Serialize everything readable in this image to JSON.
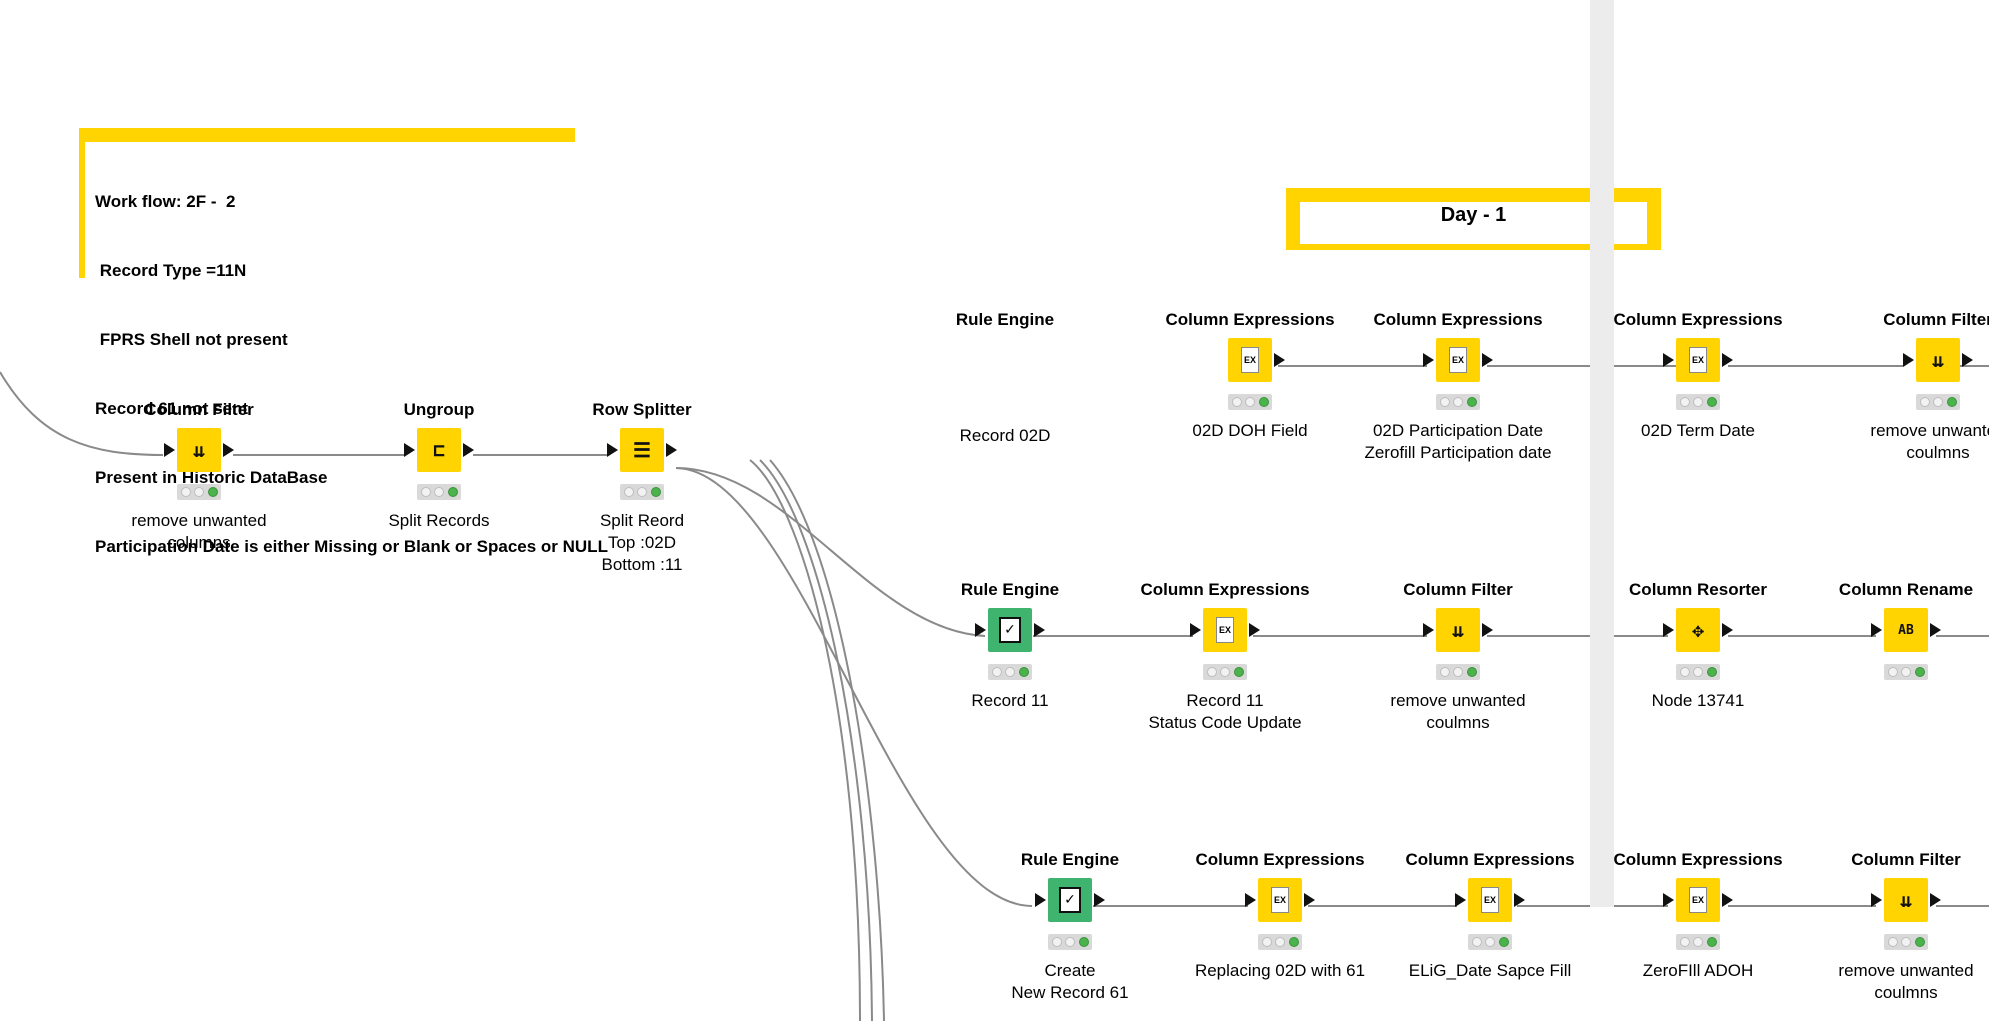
{
  "annotation": {
    "lines": [
      "Work flow: 2F -  2",
      " Record Type =11N",
      " FPRS Shell not present",
      "Record 61 not sent",
      "Present in Historic DataBase",
      "Participation Date is either Missing or Blank or Spaces or NULL"
    ]
  },
  "day_box": {
    "title": "Day - 1"
  },
  "colors": {
    "accent_yellow": "#ffd400",
    "rule_green": "#3fb46e",
    "status_green": "#4bb34b"
  },
  "nodes": {
    "column_filter_1": {
      "title": "Column Filter",
      "label": "remove unwanted\ncolumns",
      "icon": "column-filter-icon"
    },
    "ungroup": {
      "title": "Ungroup",
      "label": "Split Records",
      "icon": "ungroup-icon"
    },
    "row_splitter": {
      "title": "Row Splitter",
      "label": "Split Reord\nTop :02D\nBottom :11",
      "icon": "row-splitter-icon"
    },
    "r1_rule_engine": {
      "title": "Rule Engine",
      "label": "Record 02D"
    },
    "r1_colexpr_1": {
      "title": "Column Expressions",
      "label": "02D DOH Field"
    },
    "r1_colexpr_2": {
      "title": "Column Expressions",
      "label": "02D Participation Date\nZerofill Participation date"
    },
    "r1_colexpr_3": {
      "title": "Column Expressions",
      "label": "02D Term Date"
    },
    "r1_colfilter": {
      "title": "Column Filter",
      "label": "remove unwanted\ncoulmns"
    },
    "r2_rule_engine": {
      "title": "Rule Engine",
      "label": "Record 11"
    },
    "r2_colexpr": {
      "title": "Column Expressions",
      "label": "Record 11\nStatus Code Update"
    },
    "r2_colfilter": {
      "title": "Column Filter",
      "label": "remove unwanted\ncoulmns"
    },
    "r2_resorter": {
      "title": "Column Resorter",
      "label": "Node 13741"
    },
    "r2_rename": {
      "title": "Column Rename",
      "label": ""
    },
    "r3_rule_engine": {
      "title": "Rule Engine",
      "label": "Create\nNew Record 61"
    },
    "r3_colexpr_1": {
      "title": "Column Expressions",
      "label": "Replacing 02D with 61"
    },
    "r3_colexpr_2": {
      "title": "Column Expressions",
      "label": "ELiG_Date Sapce Fill"
    },
    "r3_colexpr_3": {
      "title": "Column Expressions",
      "label": "ZeroFIll ADOH"
    },
    "r3_colfilter": {
      "title": "Column Filter",
      "label": "remove unwanted\ncoulmns"
    }
  },
  "icons": {
    "column_filter": "column-filter-icon",
    "ungroup": "ungroup-icon",
    "row_splitter": "row-splitter-icon",
    "column_expressions": "column-expressions-icon",
    "rule_engine": "rule-engine-icon",
    "column_resorter": "column-resorter-icon",
    "column_rename": "column-rename-icon"
  },
  "glyphs": {
    "ex": "EX",
    "check": "✓",
    "filter": "⇊",
    "ungroup": "⊏",
    "splitter": "☰",
    "resorter": "✥",
    "rename": "AB"
  }
}
